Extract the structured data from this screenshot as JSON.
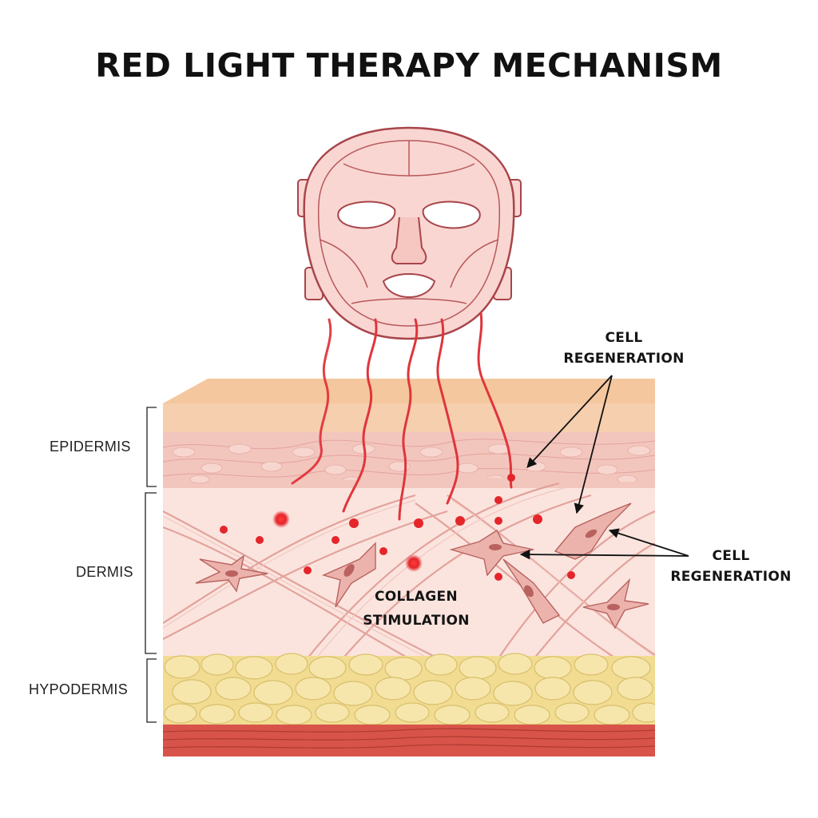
{
  "title": "RED LIGHT THERAPY MECHANISM",
  "layers": {
    "epidermis": "EPIDERMIS",
    "dermis": "DERMIS",
    "hypodermis": "HYPODERMIS"
  },
  "annotations": {
    "cell_regeneration_top": {
      "line1": "CELL",
      "line2": "REGENERATION"
    },
    "cell_regeneration_right": {
      "line1": "CELL",
      "line2": "REGENERATION"
    },
    "collagen_stimulation": {
      "line1": "COLLAGEN",
      "line2": "STIMULATION"
    }
  },
  "colors": {
    "mask_fill": "#f9d6d2",
    "mask_stroke": "#a8454a",
    "light_wave": "#e0353b",
    "epidermis": "#f3c6bd",
    "skin_top": "#f5c79e",
    "dermis": "#fbe4de",
    "hypodermis": "#f1dc92",
    "muscle": "#d8544a",
    "photon_dot": "#e4262b"
  },
  "icons": {
    "device": "led-face-mask-icon"
  }
}
